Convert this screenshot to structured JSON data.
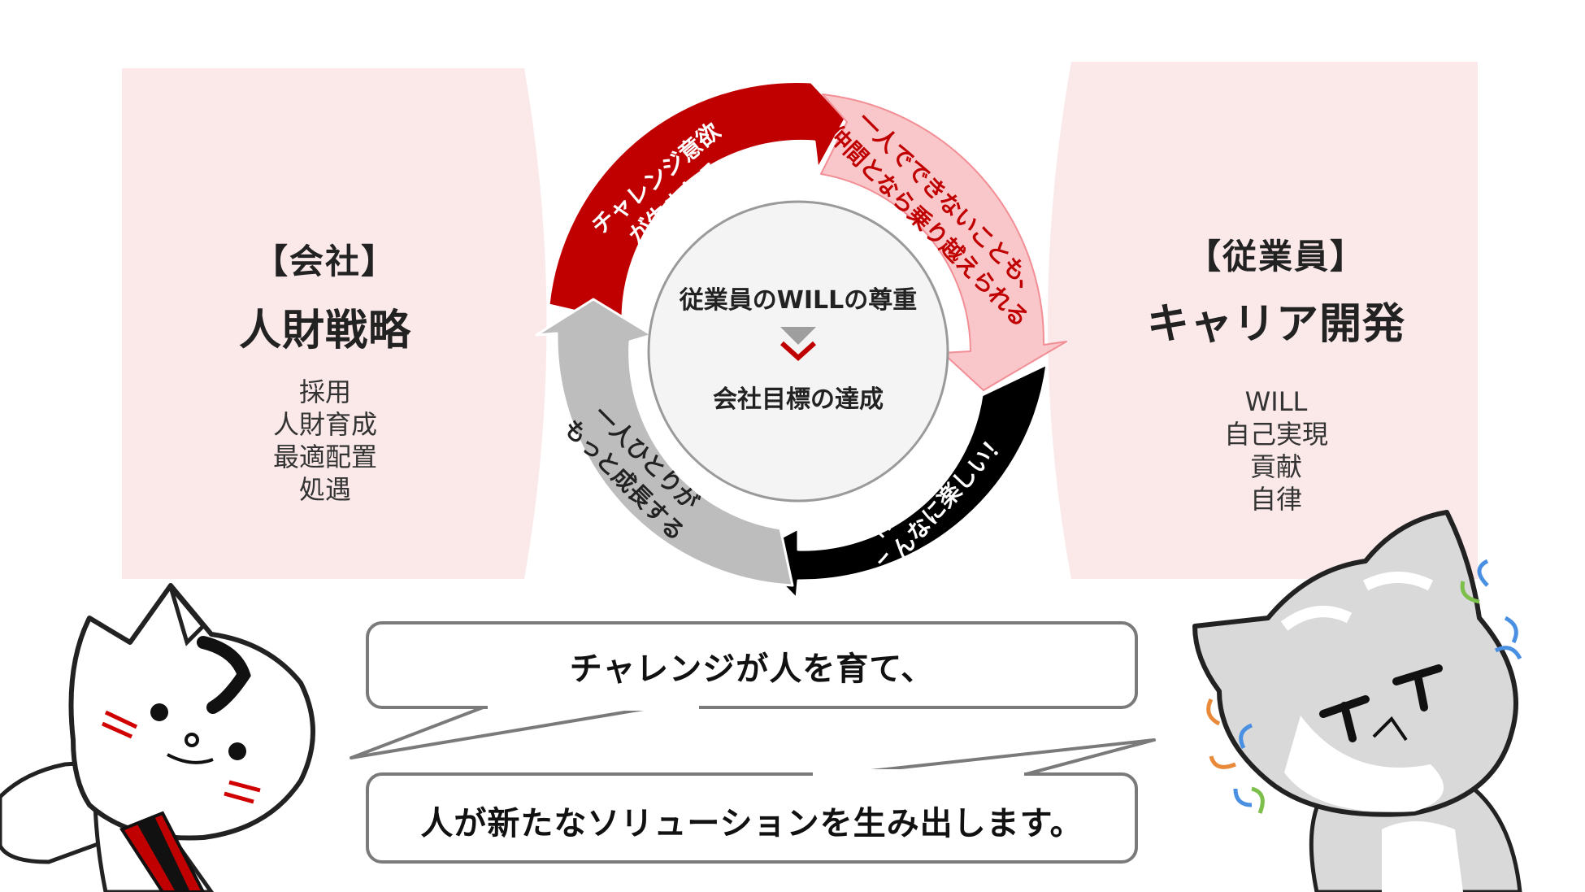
{
  "company": {
    "heading": "【会社】",
    "title": "人財戦略",
    "items": [
      "採用",
      "人財育成",
      "最適配置",
      "処遇"
    ]
  },
  "employee": {
    "heading": "【従業員】",
    "title": "キャリア開発",
    "items": [
      "WILL",
      "自己実現",
      "貢献",
      "自律"
    ]
  },
  "cycle": {
    "center_top": "従業員のWILLの尊重",
    "center_bottom": "会社目標の達成",
    "segments": [
      {
        "line1": "チャレンジ意欲",
        "line2": "が生まれる",
        "color": "#c00000",
        "text_color": "#ffffff"
      },
      {
        "line1": "一人でできないことも、",
        "line2": "仲間となら乗り越えられる",
        "color": "#f9c6c9",
        "text_color": "#c00000"
      },
      {
        "line1": "仲間とやれば",
        "line2": "こんなに楽しい！",
        "color": "#000000",
        "text_color": "#ffffff"
      },
      {
        "line1": "一人ひとりが",
        "line2": "もっと成長する",
        "color": "#bdbdbd",
        "text_color": "#222222"
      }
    ]
  },
  "speech": {
    "line1": "チャレンジが人を育て、",
    "line2": "人が新たなソリューションを生み出します。"
  },
  "colors": {
    "panel": "#fbe9ea",
    "accent": "#c00000"
  }
}
